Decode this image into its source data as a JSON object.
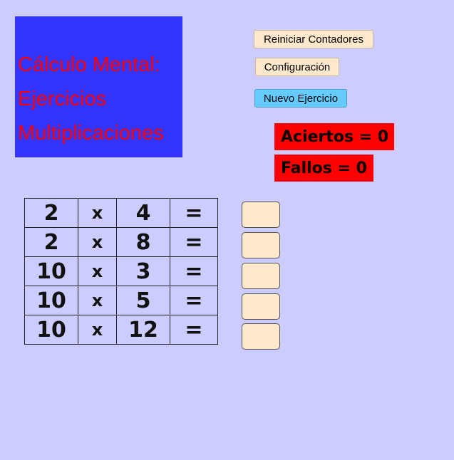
{
  "title": {
    "lines": [
      "Cálculo Mental:",
      "Ejercicios",
      "Multiplicaciones"
    ],
    "bg_color": "#3333ff",
    "text_color": "#ff0000"
  },
  "buttons": {
    "reset_counters": "Reiniciar Contadores",
    "configuration": "Configuración",
    "new_exercise": "Nuevo Ejercicio"
  },
  "counters": {
    "aciertos": "Aciertos = 0",
    "fallos": "Fallos = 0"
  },
  "exercises": [
    {
      "a": "2",
      "op": "x",
      "b": "4",
      "eq": "="
    },
    {
      "a": "2",
      "op": "x",
      "b": "8",
      "eq": "="
    },
    {
      "a": "10",
      "op": "x",
      "b": "3",
      "eq": "="
    },
    {
      "a": "10",
      "op": "x",
      "b": "5",
      "eq": "="
    },
    {
      "a": "10",
      "op": "x",
      "b": "12",
      "eq": "="
    }
  ],
  "answers": [
    "",
    "",
    "",
    "",
    ""
  ]
}
